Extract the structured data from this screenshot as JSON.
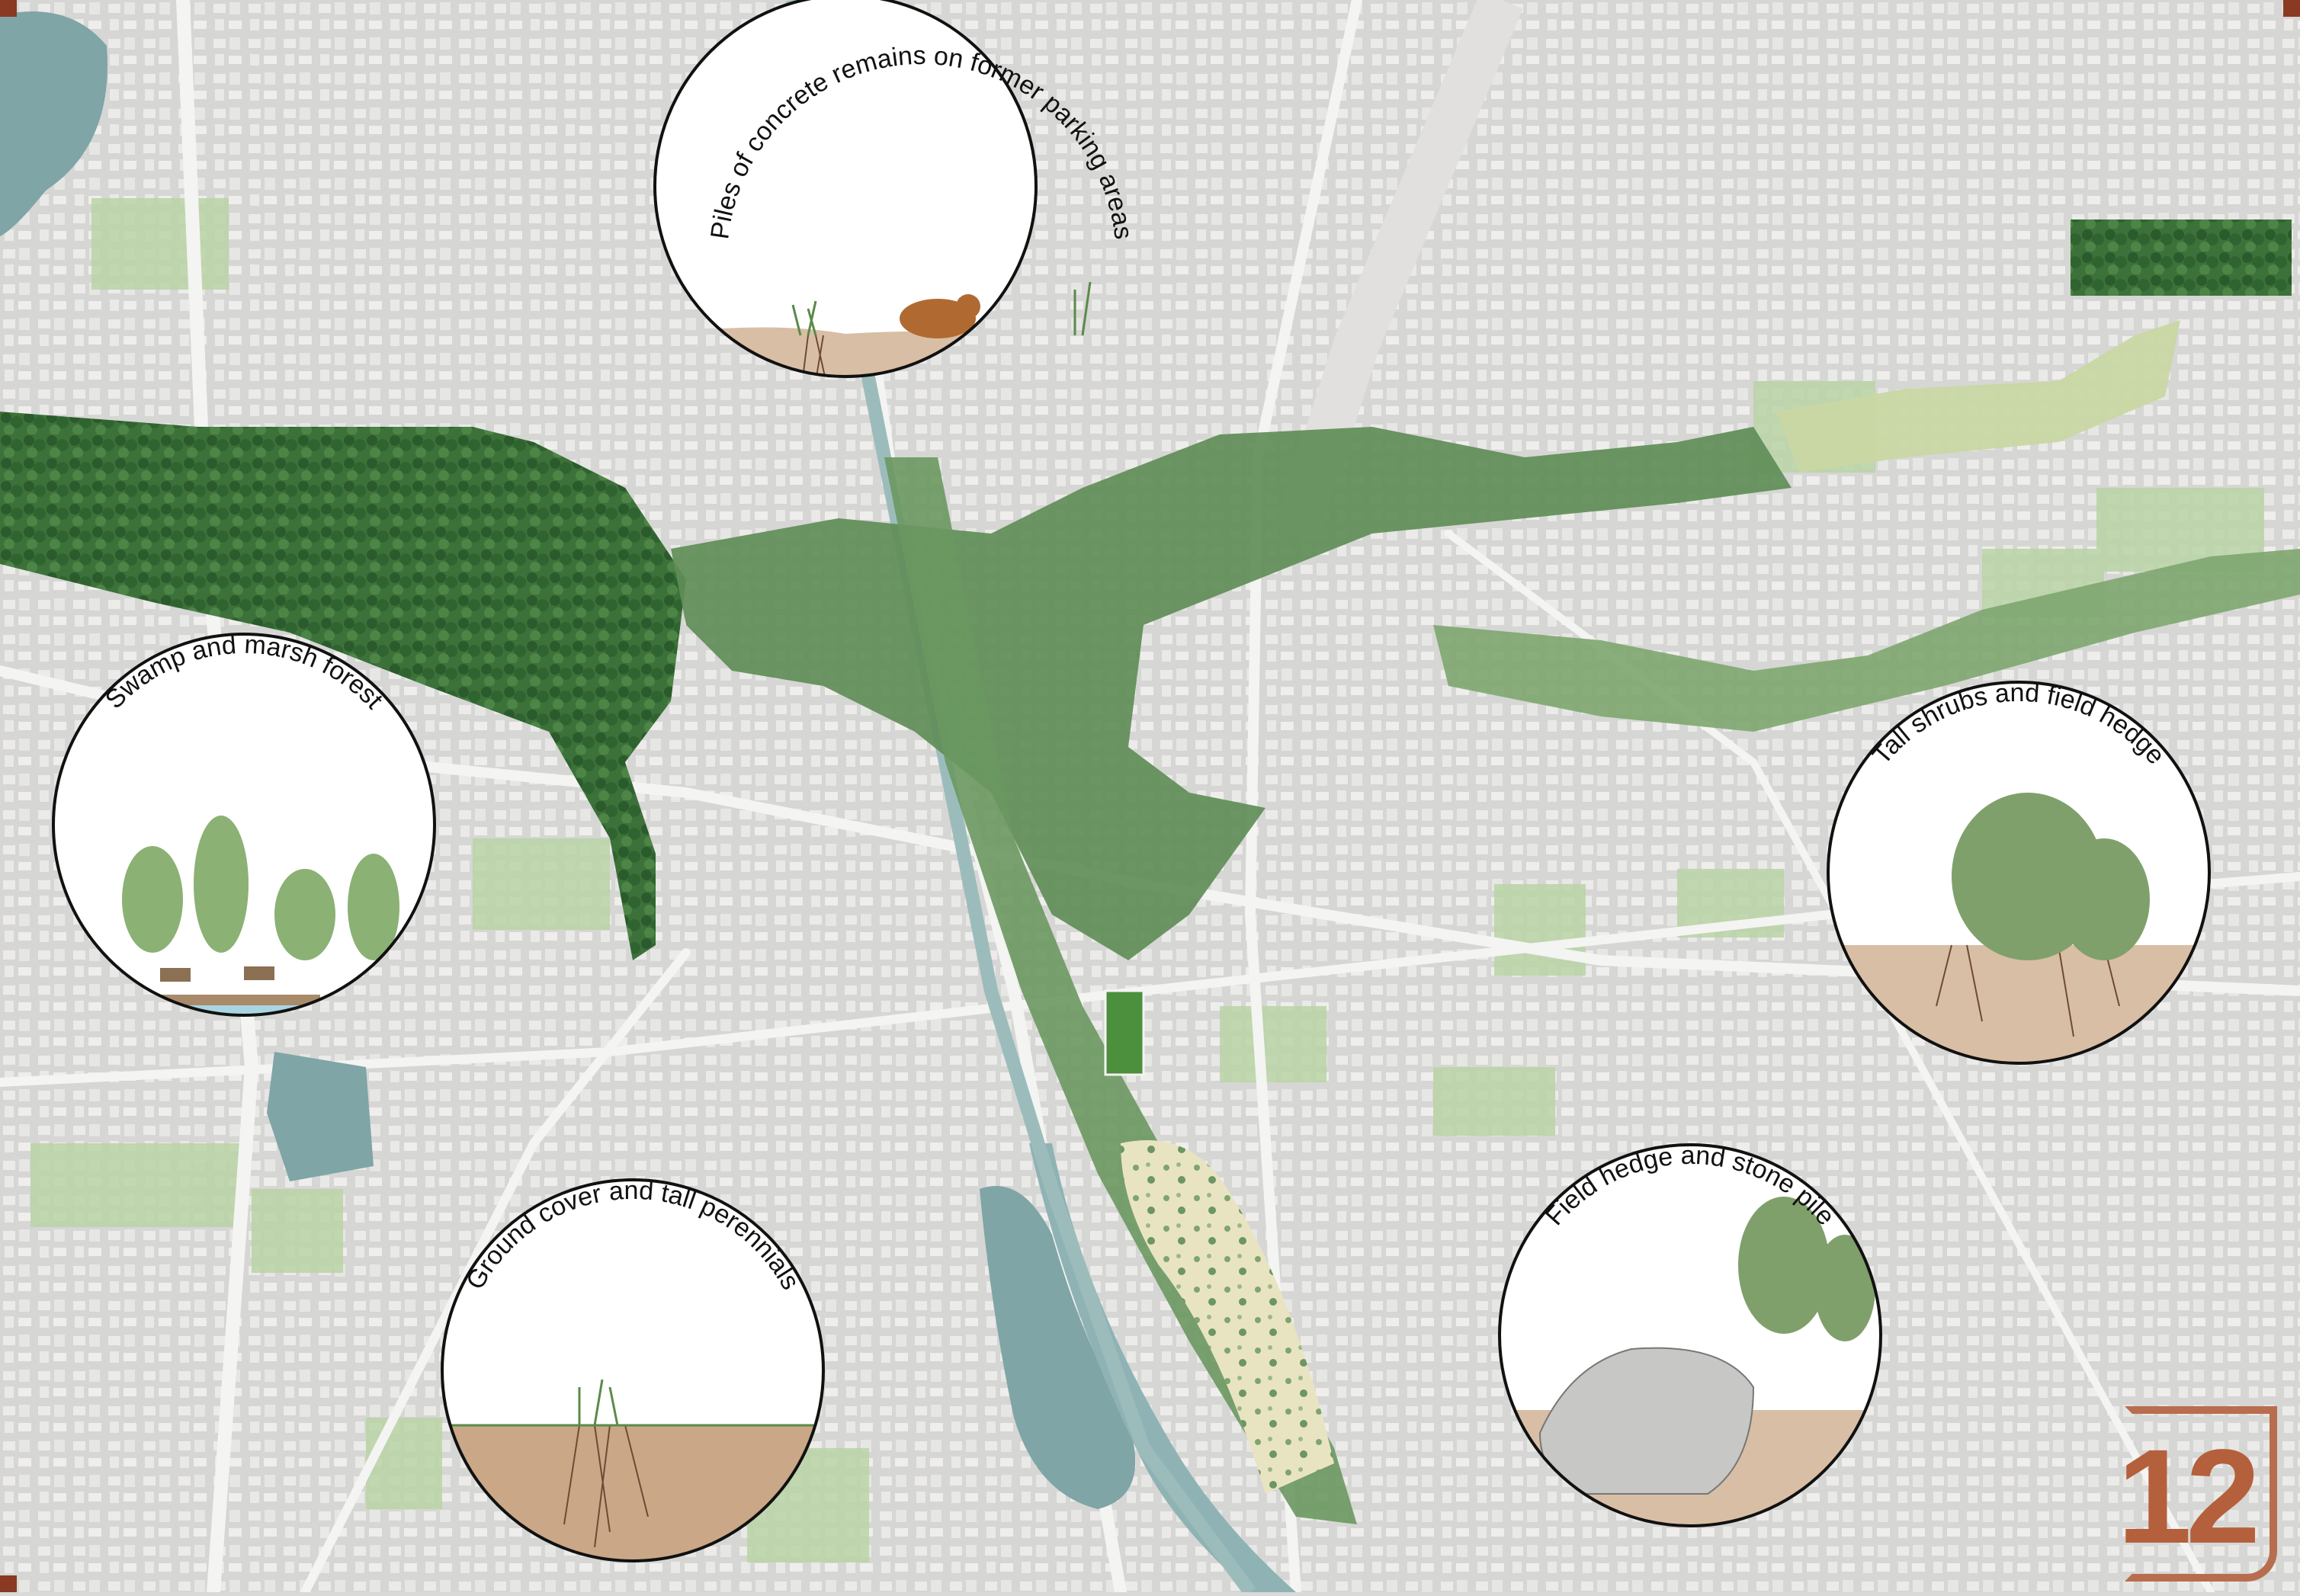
{
  "page": {
    "number": "12"
  },
  "colors": {
    "base_map": "#d9d9d7",
    "urban_block": "#efefed",
    "road": "#f6f6f4",
    "forest": "#2f6431",
    "greenway": "#5f8d57",
    "meadow": "#a8c493",
    "field": "#b9d3a6",
    "water": "#7fa5a6",
    "soil": "#c9a787",
    "accent": "#b5603c"
  },
  "vignettes": [
    {
      "id": "concrete",
      "label": "Piles of concrete remains on former parking areas",
      "icon": "cat-and-plants"
    },
    {
      "id": "swamp",
      "label": "Swamp and marsh forest",
      "icon": "deer-in-forest"
    },
    {
      "id": "shrubs",
      "label": "Tall shrubs and field hedge",
      "icon": "shrub-with-birds"
    },
    {
      "id": "groundcover",
      "label": "Ground cover and tall perennials",
      "icon": "perennials-with-butterflies"
    },
    {
      "id": "stonepile",
      "label": "Field hedge and stone pile",
      "icon": "stone-pile-hedge"
    }
  ]
}
